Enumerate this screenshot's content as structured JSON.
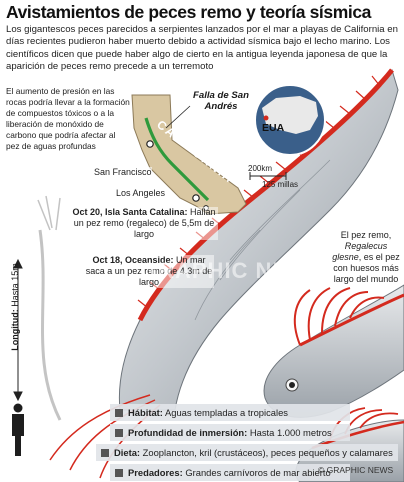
{
  "title": "Avistamientos de peces remo y teoría sísmica",
  "intro": "Los gigantescos peces parecidos a serpientes lanzados por el mar a playas de California en días recientes pudieron haber muerto debido a actividad sísmica bajo el lecho marino. Los científicos dicen que puede haber algo de cierto en la antigua leyenda japonesa de que la aparición de peces remo precede a un terremoto",
  "pressure_note": "El aumento de presión en las rocas podría llevar a la formación de compuestos tóxicos o a la liberación de monóxido de carbono que podría afectar al pez de aguas profundas",
  "map": {
    "fault_label": "Falla de San Andrés",
    "state_label": "CALIFORNIA",
    "cities": {
      "sf": "San Francisco",
      "la": "Los Angeles"
    },
    "inset_label": "EUA",
    "scale_km": "200km",
    "scale_mi": "125 millas"
  },
  "events": [
    {
      "date": "Oct 20, Isla Santa Catalina:",
      "text": "Hallan un pez remo (regaleco) de 5,5m de largo"
    },
    {
      "date": "Oct 18, Oceanside:",
      "text": "Un mar saca a un pez remo de 4.3m de largo"
    }
  ],
  "length": {
    "label": "Longitud:",
    "value": "Hasta 15m"
  },
  "watermark": "GRAPHIC NEWS",
  "species": {
    "prefix": "El pez remo,",
    "name": "Regalecus glesne",
    "suffix": ", es el pez con huesos más largo del mundo"
  },
  "facts": [
    {
      "key": "Hábitat:",
      "value": "Aguas templadas a tropicales"
    },
    {
      "key": "Profundidad de inmersión:",
      "value": "Hasta 1.000 metros"
    },
    {
      "key": "Dieta:",
      "value": "Zooplancton, kril (crustáceos), peces pequeños y calamares"
    },
    {
      "key": "Predadores:",
      "value": "Grandes carnívoros de mar abierto"
    }
  ],
  "credit": "© GRAPHIC NEWS",
  "colors": {
    "fin": "#d42a1e",
    "fin_light": "#e8564a",
    "land": "#d9c7a2",
    "fault": "#2f9a3c",
    "sea": "#ffffff",
    "body": "#c9cdd2"
  }
}
